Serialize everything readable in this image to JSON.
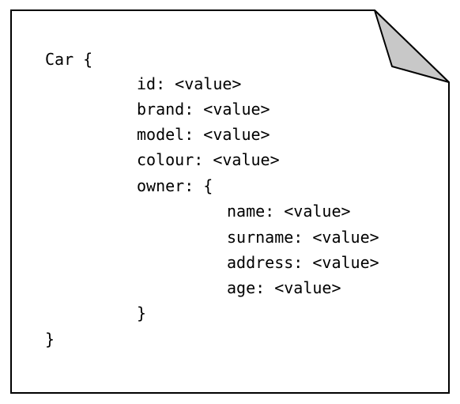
{
  "document": {
    "lines": [
      "Car {",
      "id: <value>",
      "brand: <value>",
      "model: <value>",
      "colour: <value>",
      "owner: {",
      "name: <value>",
      "surname: <value>",
      "address: <value>",
      "age: <value>",
      "}",
      "}"
    ]
  }
}
